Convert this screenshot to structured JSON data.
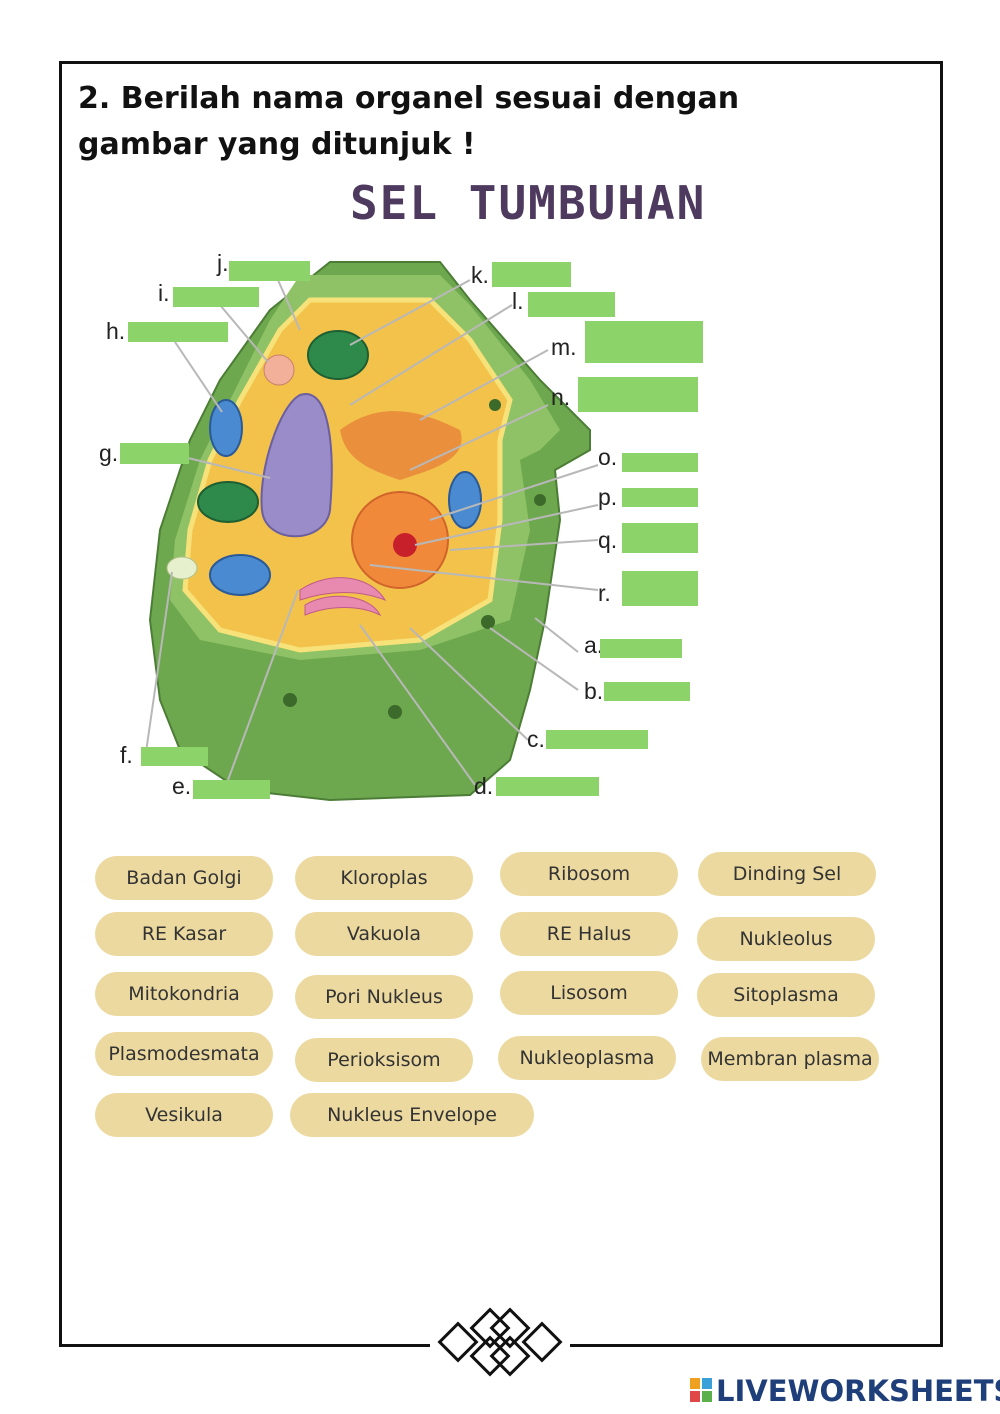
{
  "question": {
    "title": "2. Berilah nama organel sesuai dengan gambar yang ditunjuk !"
  },
  "diagram": {
    "title": "SEL TUMBUHAN",
    "labels": [
      "a.",
      "b.",
      "c.",
      "d.",
      "e.",
      "f.",
      "g.",
      "h.",
      "i.",
      "j.",
      "k.",
      "l.",
      "m.",
      "n.",
      "o.",
      "p.",
      "q.",
      "r."
    ]
  },
  "answer_bank": [
    "Badan Golgi",
    "Kloroplas",
    "Ribosom",
    "Dinding Sel",
    "RE Kasar",
    "Vakuola",
    "RE Halus",
    "Nukleolus",
    "Mitokondria",
    "Pori Nukleus",
    "Lisosom",
    "Sitoplasma",
    "Plasmodesmata",
    "Perioksisom",
    "Nukleoplasma",
    "Membran plasma",
    "Vesikula",
    "Nukleus Envelope"
  ],
  "footer": {
    "brand": "LIVEWORKSHEETS"
  },
  "colors": {
    "drop_box": "#8cd46a",
    "pill": "#ecd9a0",
    "title": "#4d3a5e",
    "cell_wall": "#6ea84e",
    "cytoplasm": "#f3c24a",
    "brand": "#1f3f7a"
  }
}
